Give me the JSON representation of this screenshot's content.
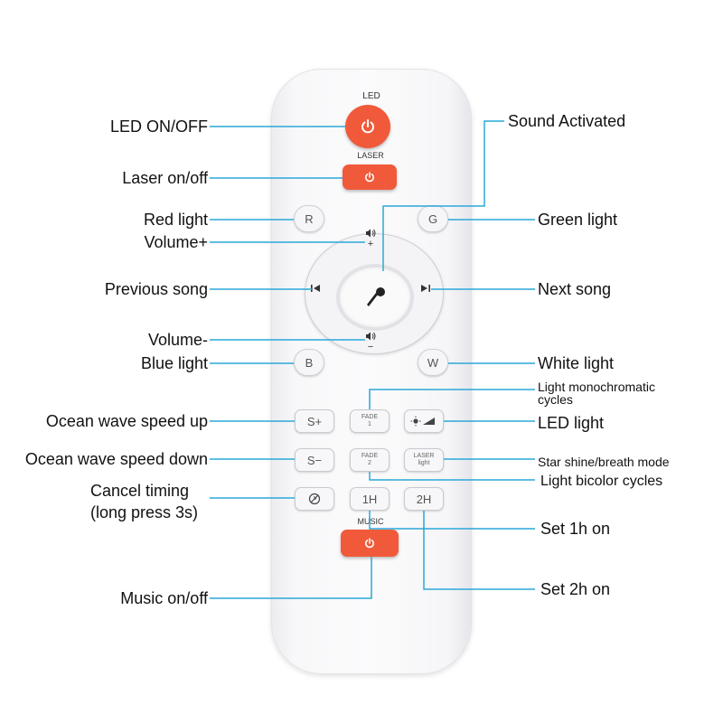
{
  "remote": {
    "led_caption": "LED",
    "laser_caption": "LASER",
    "music_caption": "MUSIC",
    "btn_r": "R",
    "btn_g": "G",
    "btn_b": "B",
    "btn_w": "W",
    "btn_s_plus": "S+",
    "btn_s_minus": "S−",
    "btn_fade1_top": "FADE",
    "btn_fade1_bottom": "1",
    "btn_fade2_top": "FADE",
    "btn_fade2_bottom": "2",
    "btn_laser_top": "LASER",
    "btn_laser_bottom": "light",
    "btn_1h": "1H",
    "btn_2h": "2H",
    "vol_up_sign": "+",
    "vol_down_sign": "−"
  },
  "labels": {
    "led_onoff": "LED ON/OFF",
    "laser_onoff": "Laser on/off",
    "red_light": "Red light",
    "volume_up": "Volume+",
    "previous_song": "Previous song",
    "volume_down": "Volume-",
    "blue_light": "Blue light",
    "ocean_up": "Ocean wave speed up",
    "ocean_down": "Ocean wave speed down",
    "cancel_timing_1": "Cancel timing",
    "cancel_timing_2": "(long press 3s)",
    "music_onoff": "Music on/off",
    "sound_activated": "Sound Activated",
    "green_light": "Green light",
    "next_song": "Next song",
    "white_light": "White light",
    "light_mono_1": "Light monochromatic",
    "light_mono_2": "cycles",
    "led_light": "LED light",
    "star_shine": "Star shine/breath mode",
    "light_bicolor": "Light bicolor cycles",
    "set_1h": "Set 1h on",
    "set_2h": "Set 2h on"
  },
  "colors": {
    "accent_red": "#f05a3a",
    "leader_line": "#2aa8d8"
  },
  "icons": [
    "power-icon",
    "speaker-icon",
    "microphone-icon",
    "previous-icon",
    "next-icon",
    "timer-cancel-icon",
    "brightness-icon"
  ]
}
